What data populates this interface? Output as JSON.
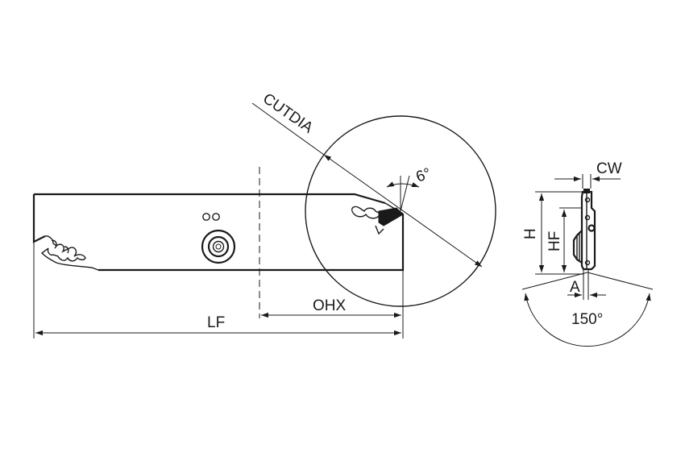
{
  "labels": {
    "cutdia": "CUTDIA",
    "angle": "6°",
    "ohx": "OHX",
    "lf": "LF",
    "cw": "CW",
    "h": "H",
    "hf": "HF",
    "a": "A",
    "angle_150": "150°"
  },
  "colors": {
    "line": "#1a1a1a",
    "background": "#ffffff"
  }
}
